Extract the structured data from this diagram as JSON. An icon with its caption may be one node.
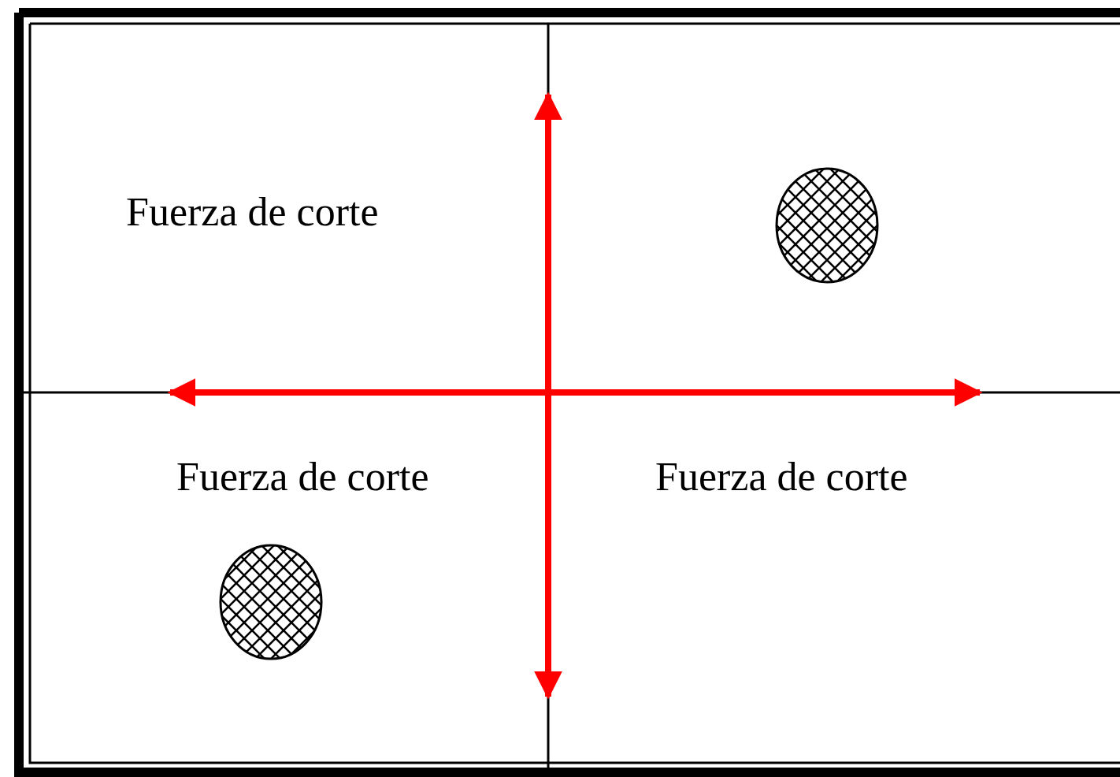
{
  "diagram": {
    "nodes": [
      {
        "text": [],
        "shape": "circle"
      },
      {
        "text": [],
        "shape": "circle"
      }
    ],
    "labels": [
      "Fuerza de corte",
      "Fuerza de corte",
      "Fuerza de corte"
    ]
  }
}
